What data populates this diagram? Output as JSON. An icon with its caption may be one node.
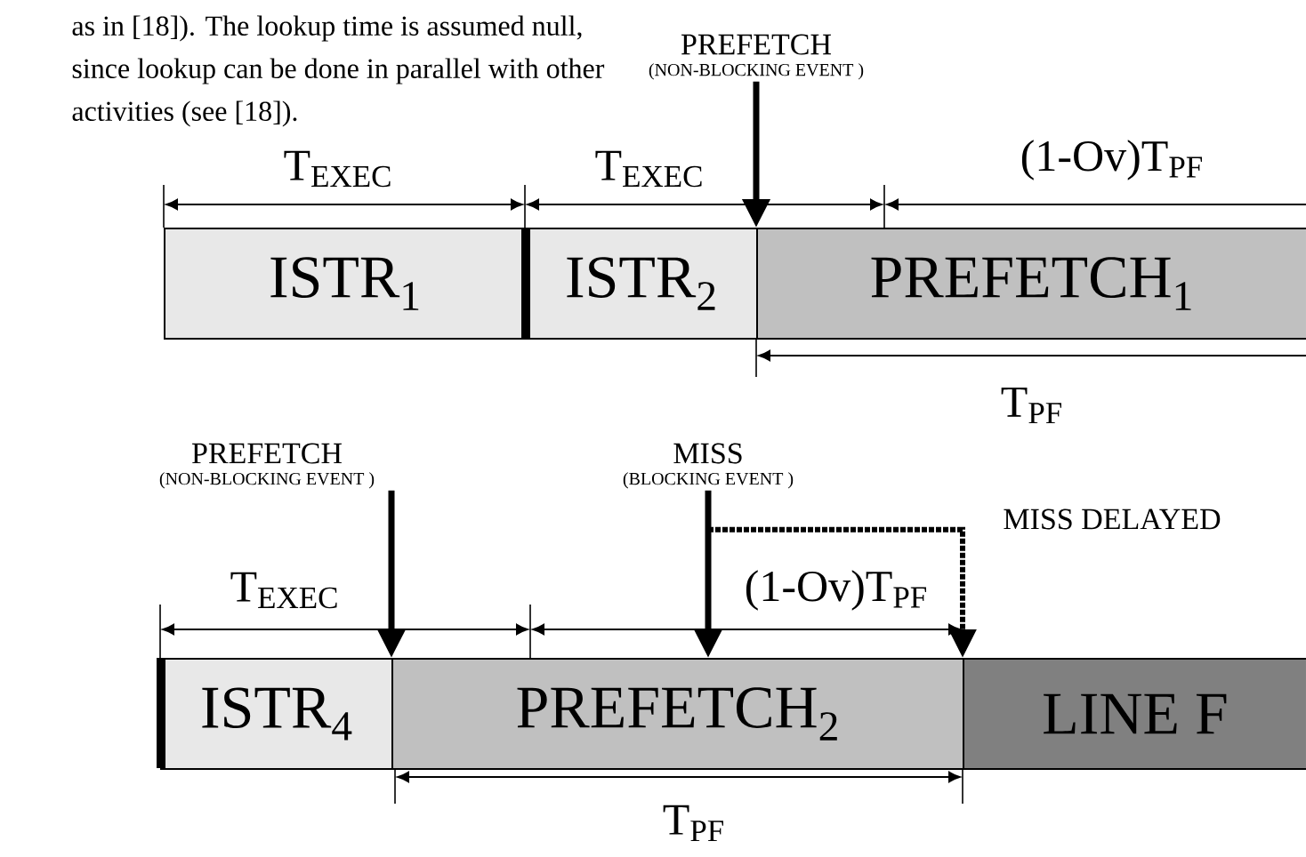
{
  "diagram": {
    "nodes": [
      {
        "text": [
          "PREFETCH",
          "(NON-BLOCKING EVENT )"
        ]
      },
      {
        "text": [
          "ISTR$_{1}$"
        ]
      },
      {
        "text": [
          "ISTR$_{2}$"
        ]
      },
      {
        "text": [
          "PREFETCH$_{1}$"
        ]
      },
      {
        "text": [
          "PREFETCH",
          "(NON-BLOCKING EVENT )"
        ]
      },
      {
        "text": [
          "MISS",
          "(BLOCKING EVENT )"
        ]
      },
      {
        "text": [
          "ISTR$_{4}$"
        ]
      },
      {
        "text": [
          "PREFETCH$_{2}$"
        ]
      },
      {
        "text": [
          "LINE F"
        ]
      }
    ],
    "edges": [
      {
        "from": 0,
        "to": 3,
        "arrow": "to"
      },
      {
        "from": 4,
        "to": 7,
        "arrow": "to"
      },
      {
        "from": 5,
        "to": 7,
        "arrow": "to"
      },
      {
        "from": 5,
        "to": 8,
        "arrow": "to",
        "style": "dashed",
        "label": "MISS DELAYED"
      }
    ],
    "labels": [
      "as in [18]). The lookup time is assumed null,",
      "since lookup can be done in parallel with other",
      "activities (see [18]).",
      "T$_{EXEC}$",
      "T$_{EXEC}$",
      "(1-Ov)T$_{PF}$",
      "T$_{PF}$",
      "T$_{EXEC}$",
      "(1-Ov)T$_{PF}$",
      "T$_{PF}$"
    ]
  }
}
